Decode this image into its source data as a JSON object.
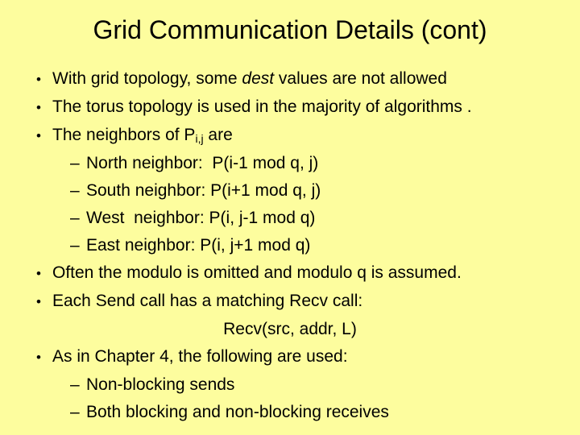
{
  "slide": {
    "title": "Grid Communication Details (cont)",
    "background_color": "#FDFD9E",
    "text_color": "#000000",
    "bullet_char": "•",
    "dash_char": "–"
  },
  "content": {
    "lines": [
      {
        "type": "bullet",
        "segments": [
          {
            "text": "With grid topology, some ",
            "style": "normal"
          },
          {
            "text": "dest",
            "style": "italic"
          },
          {
            "text": " values are not allowed",
            "style": "normal"
          }
        ]
      },
      {
        "type": "bullet",
        "segments": [
          {
            "text": "The torus topology is used in the majority of algorithms .",
            "style": "normal"
          }
        ]
      },
      {
        "type": "bullet",
        "segments": [
          {
            "text": "The neighbors of P",
            "style": "normal"
          },
          {
            "text": "i,j",
            "style": "subscript"
          },
          {
            "text": " are",
            "style": "normal"
          }
        ]
      },
      {
        "type": "sub",
        "segments": [
          {
            "text": "North neighbor:  P(i-1 mod q, j)",
            "style": "normal"
          }
        ]
      },
      {
        "type": "sub",
        "segments": [
          {
            "text": "South neighbor: P(i+1 mod q, j)",
            "style": "normal"
          }
        ]
      },
      {
        "type": "sub",
        "segments": [
          {
            "text": "West  neighbor: P(i, j-1 mod q)",
            "style": "normal"
          }
        ]
      },
      {
        "type": "sub",
        "segments": [
          {
            "text": "East neighbor: P(i, j+1 mod q)",
            "style": "normal"
          }
        ]
      },
      {
        "type": "bullet",
        "segments": [
          {
            "text": "Often the modulo is omitted and modulo q is assumed.",
            "style": "normal"
          }
        ]
      },
      {
        "type": "bullet",
        "segments": [
          {
            "text": "Each Send call has a matching Recv call:",
            "style": "normal"
          }
        ]
      },
      {
        "type": "center",
        "segments": [
          {
            "text": "Recv(src, addr, L)",
            "style": "normal"
          }
        ]
      },
      {
        "type": "bullet",
        "segments": [
          {
            "text": "As in Chapter 4, the following are used:",
            "style": "normal"
          }
        ]
      },
      {
        "type": "sub",
        "segments": [
          {
            "text": "Non-blocking sends",
            "style": "normal"
          }
        ]
      },
      {
        "type": "sub",
        "segments": [
          {
            "text": "Both blocking and non-blocking receives",
            "style": "normal"
          }
        ]
      }
    ]
  }
}
